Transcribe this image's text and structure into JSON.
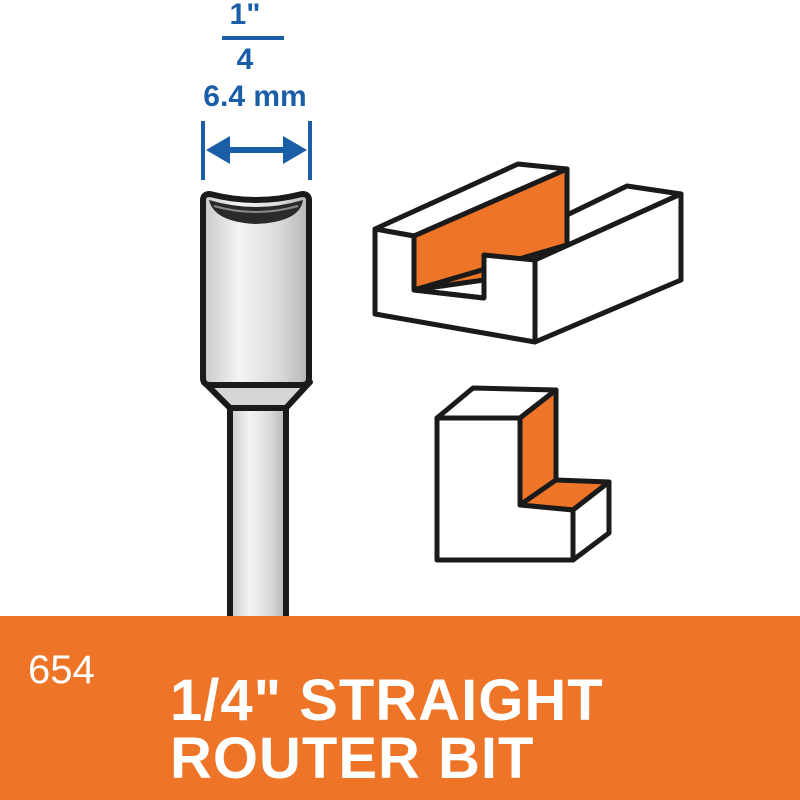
{
  "dimension": {
    "numerator": "1\"",
    "denominator": "4",
    "metric": "6.4 mm"
  },
  "product": {
    "code": "654",
    "title_line1": "1/4\" STRAIGHT",
    "title_line2": "ROUTER BIT"
  },
  "colors": {
    "accent_orange": "#ee7528",
    "dimension_blue": "#1b5ea8",
    "outline": "#1a1a1a"
  },
  "icons": [
    "router-bit-illustration",
    "u-groove-block-icon",
    "l-rabbet-block-icon",
    "width-arrow-icon"
  ]
}
